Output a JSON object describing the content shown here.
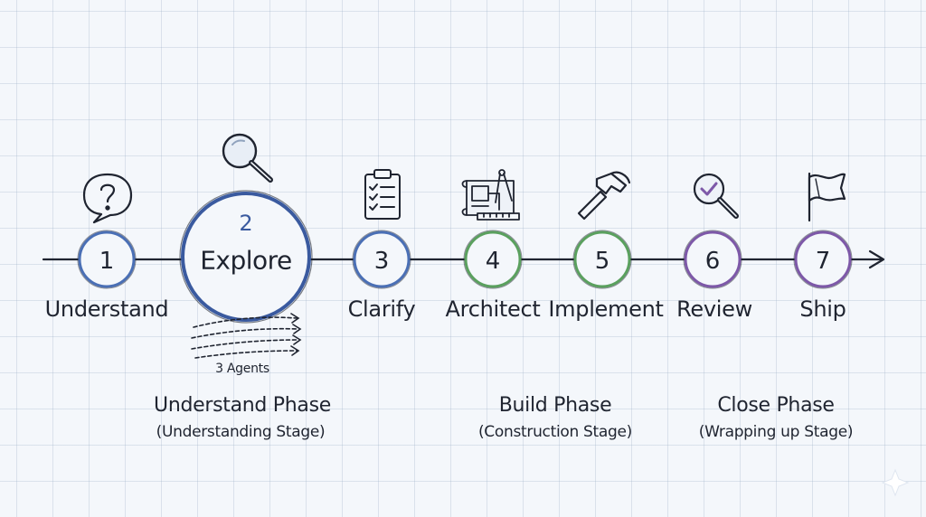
{
  "steps": [
    {
      "num": "1",
      "label": "Understand",
      "color": "#4a6fb5",
      "icon": "question-speech-bubble-icon"
    },
    {
      "num": "2",
      "label": "Explore",
      "color": "#3a5a9f",
      "icon": "magnifying-glass-icon",
      "note": "3 Agents"
    },
    {
      "num": "3",
      "label": "Clarify",
      "color": "#4a6fb5",
      "icon": "checklist-clipboard-icon"
    },
    {
      "num": "4",
      "label": "Architect",
      "color": "#5aa05e",
      "icon": "blueprint-compass-icon"
    },
    {
      "num": "5",
      "label": "Implement",
      "color": "#5aa05e",
      "icon": "hammer-icon"
    },
    {
      "num": "6",
      "label": "Review",
      "color": "#7d58a8",
      "icon": "magnifier-check-icon"
    },
    {
      "num": "7",
      "label": "Ship",
      "color": "#7d58a8",
      "icon": "finish-flag-icon"
    }
  ],
  "phases": [
    {
      "title": "Understand Phase",
      "subtitle": "(Understanding Stage)"
    },
    {
      "title": "Build Phase",
      "subtitle": "(Construction Stage)"
    },
    {
      "title": "Close Phase",
      "subtitle": "(Wrapping up Stage)"
    }
  ],
  "colors": {
    "ink": "#1f2430",
    "blue": "#4a6fb5",
    "green": "#5aa05e",
    "purple": "#7d58a8",
    "grid": "#c9d3e0"
  }
}
